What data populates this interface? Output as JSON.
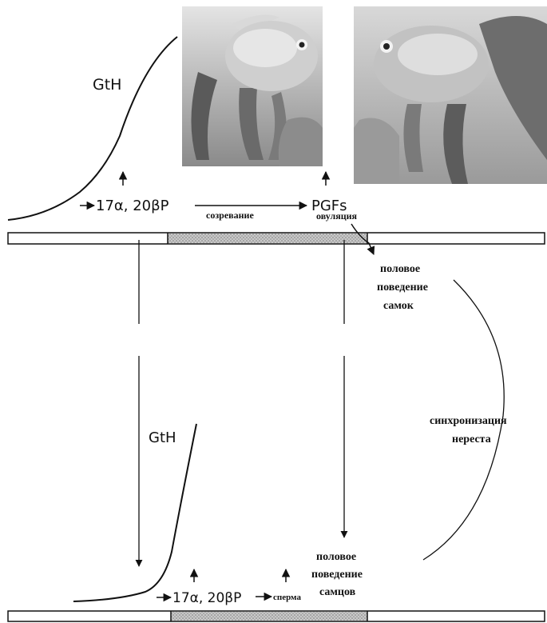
{
  "labels": {
    "gth_top": "GtH",
    "steroid_top": "17α, 20βP",
    "maturation": "созревание",
    "pgfs": "PGFs",
    "ovulation": "овуляция",
    "female_behavior": [
      "половое",
      "поведение",
      "самок"
    ],
    "sync": [
      "синхронизация",
      "нереста"
    ],
    "gth_bottom": "GtH",
    "male_behavior": [
      "половое",
      "поведение",
      "самцов"
    ],
    "steroid_bottom": "17α, 20βP",
    "sperm": "сперма"
  },
  "photos": [
    {
      "name": "female-goldfish-photo",
      "facing": "right"
    },
    {
      "name": "male-goldfish-photo",
      "facing": "left"
    }
  ],
  "colors": {
    "ink": "#111111",
    "shaded_bar": "#b9b9b9",
    "photo_bg": "#a6a6a6"
  }
}
